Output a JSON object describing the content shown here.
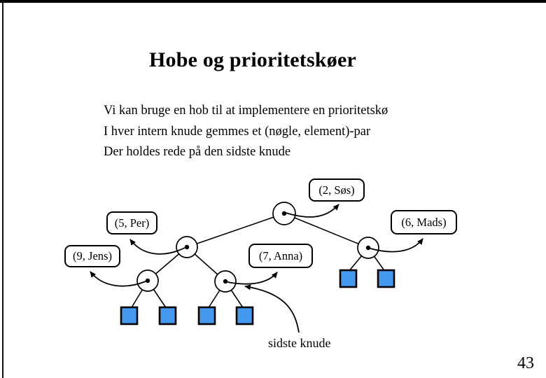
{
  "slide": {
    "title": "Hobe og prioritetskøer",
    "bullets": [
      "Vi kan bruge en hob til at implementere en prioritetskø",
      "I hver intern knude gemmes et (nøgle, element)-par",
      "Der holdes rede på den sidste knude"
    ],
    "page_number": "43"
  },
  "diagram": {
    "type": "binary-heap-tree",
    "node_labels": [
      {
        "id": "root",
        "text": "(2, Søs)"
      },
      {
        "id": "left-child",
        "text": "(5, Per)"
      },
      {
        "id": "right-child",
        "text": "(6, Mads)"
      },
      {
        "id": "left-grandchild",
        "text": "(9, Jens)"
      },
      {
        "id": "right-grandchild-last-node",
        "text": "(7, Anna)"
      }
    ],
    "annotation": "sidste knude",
    "internal_node_count": 5,
    "leaf_node_count": 6,
    "colors": {
      "leaf_fill": "#4499EE",
      "line": "#000000",
      "background": "#FFFFFF"
    }
  }
}
